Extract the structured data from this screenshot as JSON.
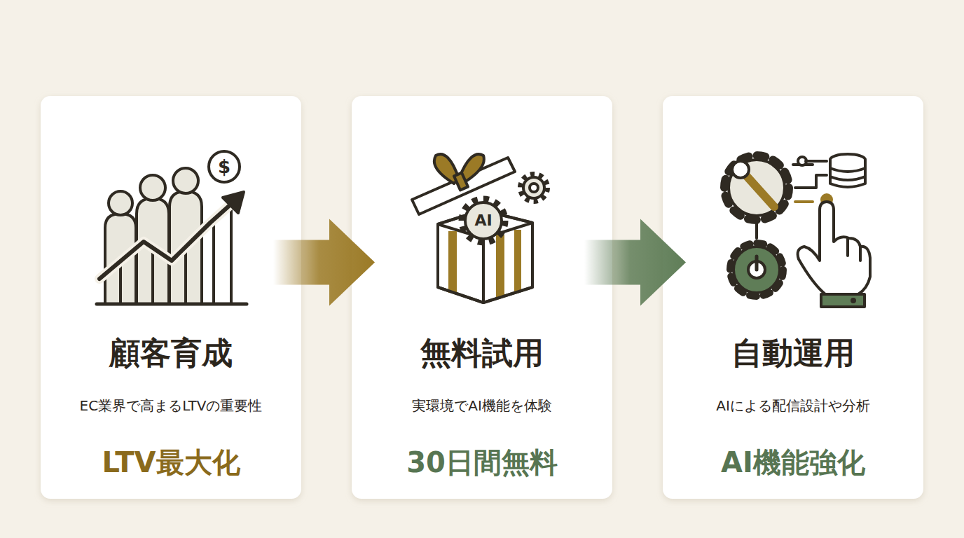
{
  "diagram": {
    "nodes": [
      {
        "text": [
          "顧客育成",
          "EC業界で高まるLTVの重要性",
          "LTV最大化"
        ]
      },
      {
        "text": [
          "無料試用",
          "実環境でAI機能を体験",
          "30日間無料"
        ]
      },
      {
        "text": [
          "自動運用",
          "AIによる配信設計や分析",
          "AI機能強化"
        ]
      }
    ],
    "edges": [
      {
        "from": 0,
        "to": 1,
        "arrow": "to"
      },
      {
        "from": 1,
        "to": 2,
        "arrow": "to"
      }
    ],
    "labels": [
      "$",
      "AI"
    ]
  }
}
